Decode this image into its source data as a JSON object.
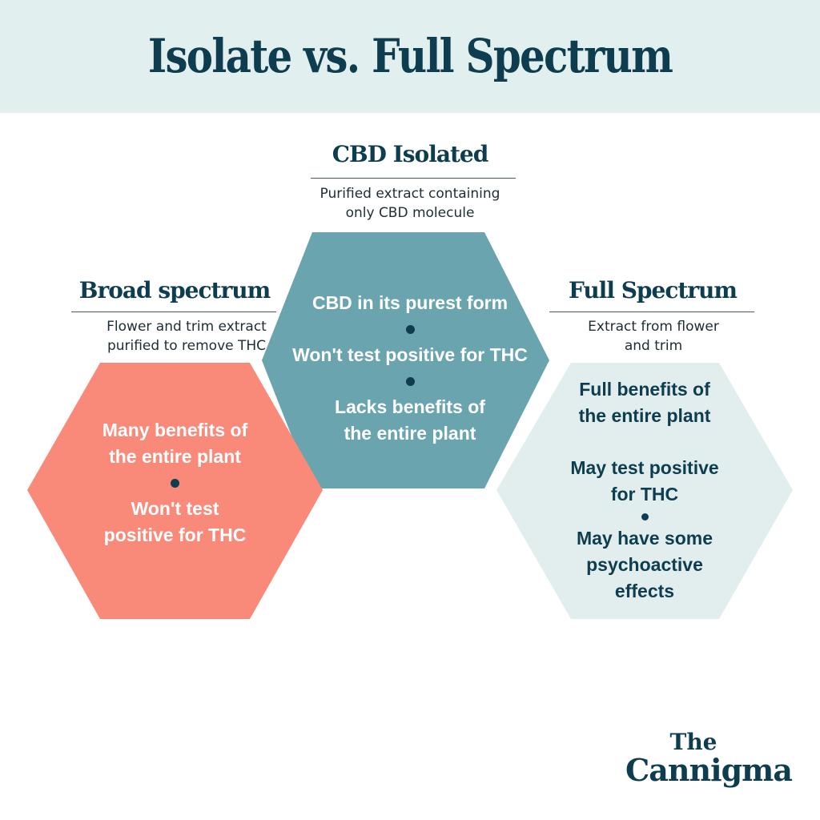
{
  "title": "Isolate vs. Full Spectrum",
  "colors": {
    "header_bg": "#e2efef",
    "dark_teal": "#0d3d4f",
    "isolate_hex": "#6aa4ae",
    "broad_hex": "#f98a7a",
    "full_hex": "#e2eeee"
  },
  "sections": {
    "isolate": {
      "title": "CBD Isolated",
      "description": [
        "Purified extract containing",
        "only CBD molecule"
      ],
      "items": [
        "CBD in its purest form",
        "Won't test positive for THC",
        "Lacks benefits of",
        "the entire plant"
      ]
    },
    "broad": {
      "title": "Broad spectrum",
      "description": [
        "Flower and trim extract",
        "purified to remove THC"
      ],
      "items": [
        "Many benefits of",
        "the entire plant",
        "Won't test",
        "positive for THC"
      ]
    },
    "full": {
      "title": "Full Spectrum",
      "description": [
        "Extract from flower",
        "and trim"
      ],
      "items": [
        "Full benefits of",
        "the entire plant",
        "May test positive",
        "for THC",
        "May have some",
        "psychoactive",
        "effects"
      ]
    }
  },
  "logo": {
    "line1": "The",
    "line2": "Cannigma"
  }
}
